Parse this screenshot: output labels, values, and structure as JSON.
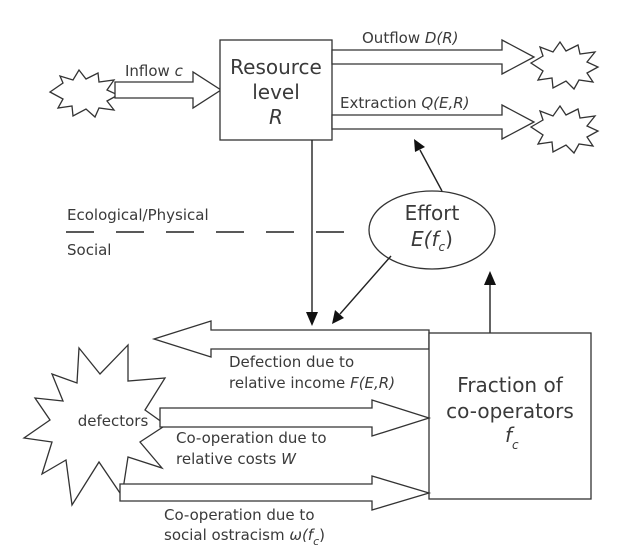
{
  "resource_box": {
    "line1": "Resource",
    "line2": "level",
    "symbol": "R"
  },
  "effort_ellipse": {
    "title": "Effort",
    "symbol": "E(f",
    "sub": "c",
    "close": ")"
  },
  "fraction_box": {
    "line1": "Fraction of",
    "line2": "co-operators",
    "symbol": "f",
    "sub": "c"
  },
  "defectors": {
    "label": "defectors"
  },
  "boundary": {
    "upper": "Ecological/Physical",
    "lower": "Social"
  },
  "flows": {
    "inflow": {
      "text": "Inflow ",
      "symbol": "c"
    },
    "outflow": {
      "text": "Outflow ",
      "symbol": "D(R)"
    },
    "extraction": {
      "text": "Extraction ",
      "symbol": "Q(E,R)"
    },
    "defection": {
      "line1": "Defection due to",
      "line2_text": "relative income ",
      "line2_symbol": "F(E,R)"
    },
    "cooperation_costs": {
      "line1": "Co-operation due to",
      "line2_text": "relative costs ",
      "line2_symbol": "W"
    },
    "cooperation_ostracism": {
      "line1": "Co-operation due to",
      "line2_text": "social ostracism ",
      "line2_symbol": "ω(f",
      "line2_sub": "c",
      "line2_close": ")"
    }
  }
}
